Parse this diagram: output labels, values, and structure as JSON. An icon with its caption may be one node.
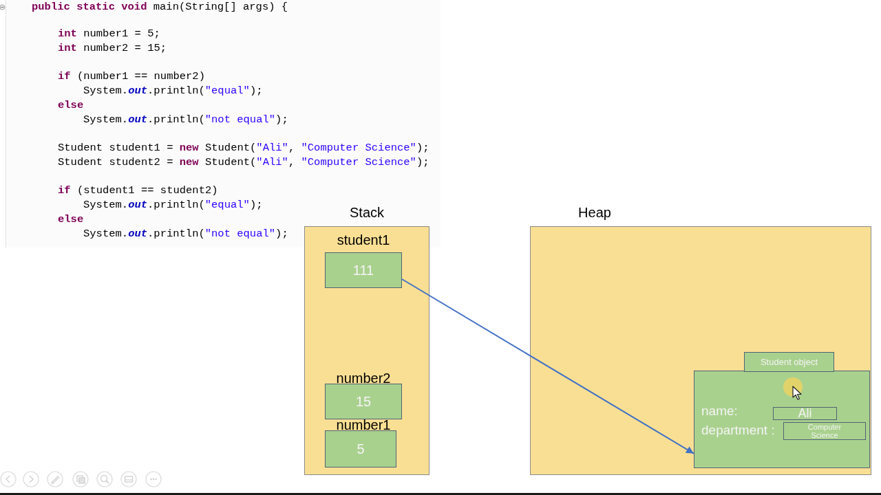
{
  "diagram": {
    "nodes": [
      {
        "text": [
          "Stack"
        ]
      },
      {
        "text": [
          "student1",
          "111"
        ],
        "in": 0
      },
      {
        "text": [
          "number2",
          "15"
        ],
        "in": 0
      },
      {
        "text": [
          "number1",
          "5"
        ],
        "in": 0
      },
      {
        "text": [
          "Heap"
        ]
      },
      {
        "text": [
          "Student object"
        ],
        "in": 4
      },
      {
        "text": [
          "name:",
          "department :"
        ],
        "in": 4
      },
      {
        "text": [
          "Ali"
        ],
        "in": 6
      },
      {
        "text": [
          "Computer Science"
        ],
        "in": 6
      }
    ],
    "edges": [
      {
        "from": 1,
        "to": 6,
        "arrow": "to"
      }
    ],
    "labels": [
      "**public** **static** **void** main(String[] args) {",
      "**int** number1 = 5;",
      "**int** number2 = 15;",
      "**if** (number1 == number2)",
      "System.*out*.println(\"equal\");",
      "**else**",
      "System.*out*.println(\"not equal\");",
      "Student student1 = **new** Student(\"Ali\", \"Computer Science\");",
      "Student student2 = **new** Student(\"Ali\", \"Computer Science\");",
      "**if** (student1 == student2)",
      "System.*out*.println(\"equal\");",
      "**else**",
      "System.*out*.println(\"not equal\");"
    ]
  }
}
